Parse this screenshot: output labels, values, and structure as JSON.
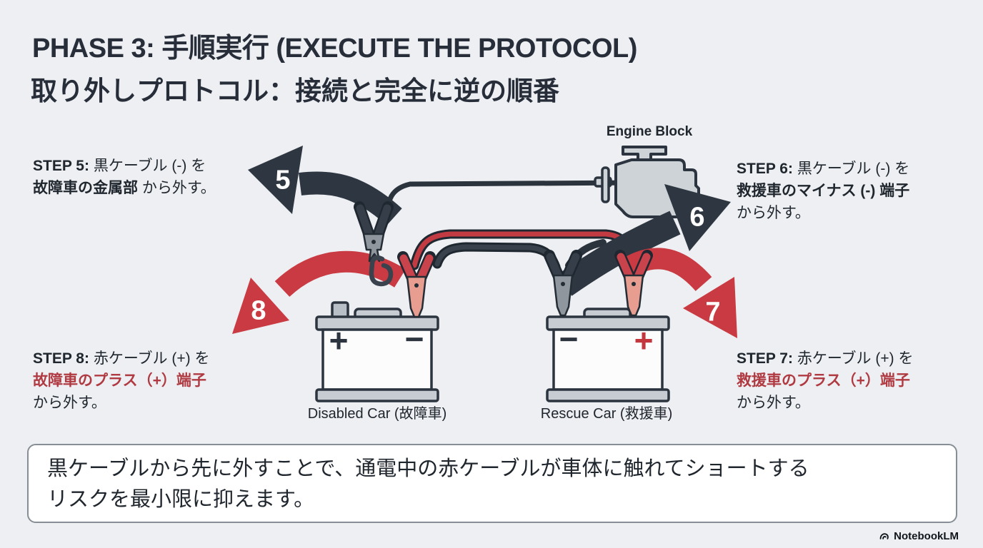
{
  "header": {
    "title": "PHASE 3: 手順実行 (EXECUTE THE PROTOCOL)",
    "subtitle": "取り外しプロトコル：接続と完全に逆の順番"
  },
  "diagram": {
    "engine_label": "Engine Block",
    "battery_disabled": {
      "label": "Disabled Car (故障車)",
      "terminal_left": "+",
      "terminal_right": "−"
    },
    "battery_rescue": {
      "label": "Rescue Car (救援車)",
      "terminal_left": "−",
      "terminal_right": "+"
    },
    "arrow_numbers": {
      "step5": "5",
      "step6": "6",
      "step7": "7",
      "step8": "8"
    }
  },
  "steps": [
    {
      "label": "STEP 5:",
      "desc": " 黒ケーブル (-) を",
      "target": "故障車の金属部",
      "after": " から外す。",
      "tail": ""
    },
    {
      "label": "STEP 6:",
      "desc": " 黒ケーブル (-) を",
      "target": "救援車のマイナス (-) 端子",
      "after": "",
      "tail": "から外す。"
    },
    {
      "label": "STEP 7:",
      "desc": " 赤ケーブル (+) を",
      "target": "救援車のプラス（+）端子",
      "after": "",
      "tail": "から外す。"
    },
    {
      "label": "STEP 8:",
      "desc": " 赤ケーブル (+) を",
      "target": "故障車のプラス（+）端子",
      "after": "",
      "tail": "から外す。"
    }
  ],
  "note": {
    "line1": "黒ケーブルから先に外すことで、通電中の赤ケーブルが車体に触れてショートする",
    "line2": "リスクを最小限に抑えます。"
  },
  "footer": {
    "brand": "NotebookLM"
  },
  "colors": {
    "dark_arrow": "#2e3741",
    "red_arrow": "#c93a42",
    "red_text": "#b03a42",
    "background": "#edeff2"
  }
}
